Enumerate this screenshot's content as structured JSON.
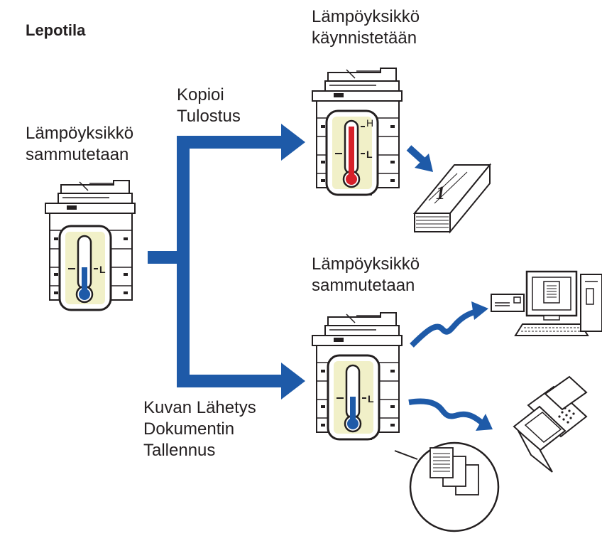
{
  "title": "Lepotila",
  "left_machine": {
    "label_line1": "Lämpöyksikkö",
    "label_line2": "sammutetaan",
    "gauge_low": "L",
    "thermometer_color": "#1e5aa8"
  },
  "top_branch": {
    "jobs_line1": "Kopioi",
    "jobs_line2": "Tulostus",
    "machine_label_line1": "Lämpöyksikkö",
    "machine_label_line2": "käynnistetään",
    "gauge_high": "H",
    "gauge_low": "L",
    "thermometer_color": "#d6202a",
    "output_page_number": "1"
  },
  "bottom_branch": {
    "jobs_line1": "Kuvan Lähetys",
    "jobs_line2": "Dokumentin",
    "jobs_line3": "Tallennus",
    "machine_label_line1": "Lämpöyksikkö",
    "machine_label_line2": "sammutetaan",
    "gauge_low": "L",
    "thermometer_color": "#1e5aa8"
  },
  "colors": {
    "arrow": "#1e5aa8",
    "gauge_panel": "#f1f0c8",
    "hot": "#d6202a",
    "cold": "#1e5aa8"
  },
  "icons": [
    "copier-icon",
    "thermometer-icon",
    "printed-document-icon",
    "computer-icon",
    "email-envelope-icon",
    "fax-machine-icon",
    "stored-documents-icon"
  ]
}
